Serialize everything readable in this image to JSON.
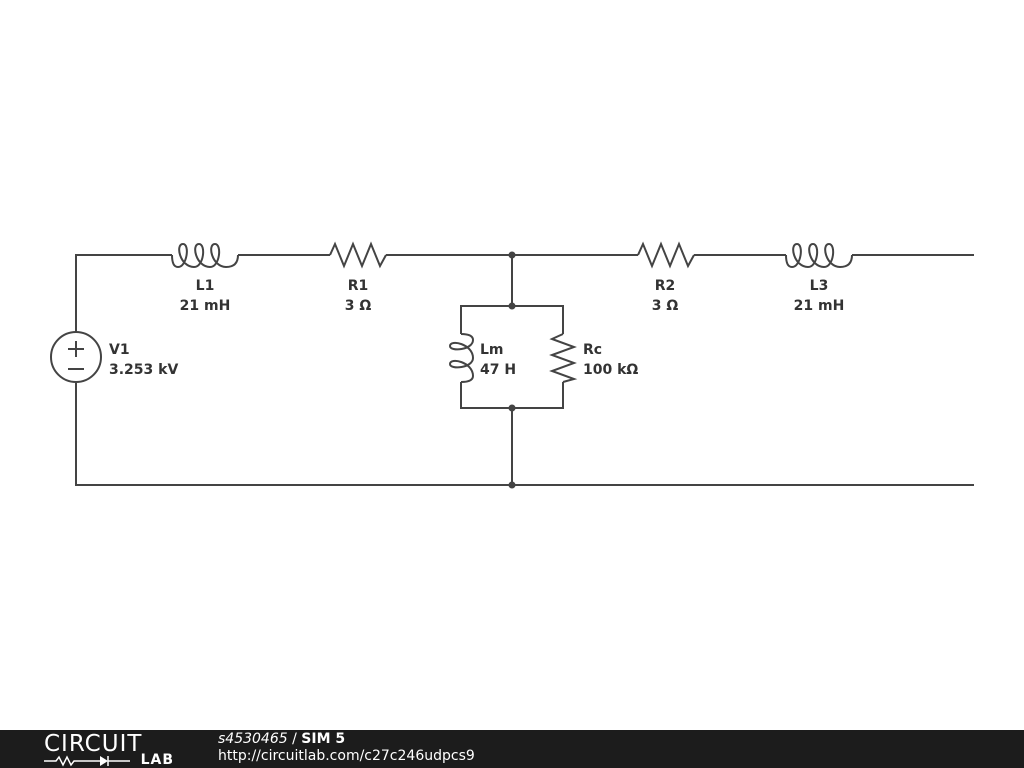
{
  "components": {
    "L1": {
      "name": "L1",
      "value": "21 mH"
    },
    "R1": {
      "name": "R1",
      "value": "3 Ω"
    },
    "R2": {
      "name": "R2",
      "value": "3 Ω"
    },
    "L3": {
      "name": "L3",
      "value": "21 mH"
    },
    "V1": {
      "name": "V1",
      "value": "3.253 kV"
    },
    "Lm": {
      "name": "Lm",
      "value": "47 H"
    },
    "Rc": {
      "name": "Rc",
      "value": "100 kΩ"
    }
  },
  "footer": {
    "logo_top": "CIRCUIT",
    "logo_bottom": "LAB",
    "author": "s4530465",
    "separator": " / ",
    "title": "SIM 5",
    "url": "http://circuitlab.com/c27c246udpcs9"
  }
}
